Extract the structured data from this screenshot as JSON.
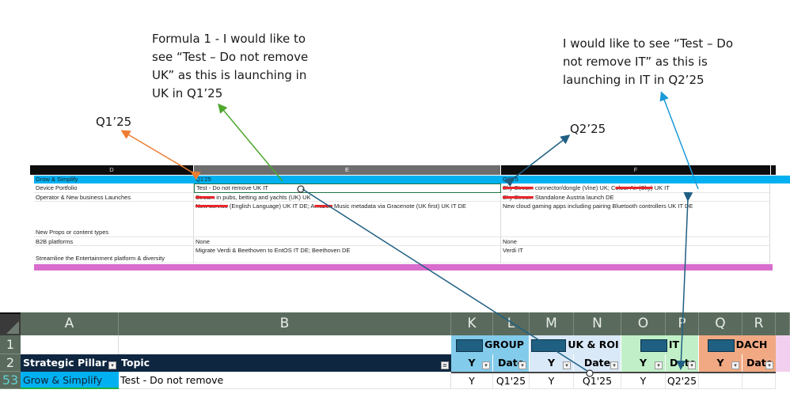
{
  "annotations": {
    "formula1": "Formula 1 - I would like to see “Test – Do not remove UK” as this is launching in UK in Q1’25",
    "formula1_lines": [
      "Formula 1 - I would like to",
      "see “Test – Do not remove",
      "UK” as this is launching in",
      "UK in Q1’25"
    ],
    "it_note_lines": [
      "I would like to see “Test – Do",
      "not remove IT” as this is",
      "launching in IT in Q2’25"
    ],
    "q1_label": "Q1’25",
    "q2_label": "Q2’25",
    "colors": {
      "orange_arrow": "#ed7d31",
      "green_arrow": "#4ea72e",
      "dark_blue_arrow": "#1f5f82",
      "light_blue_arrow": "#1a9bd7"
    }
  },
  "top_sheet": {
    "columns": [
      "D",
      "E",
      "F"
    ],
    "header_row": {
      "pillar": "Grow & Simplify",
      "e": "Q1'25",
      "f": "Q2'25"
    },
    "rows": [
      {
        "label": "Device Portfolio",
        "e": "Test - Do not remove UK IT",
        "f_redacted": "Sky Stream",
        "f": " connector/dongle (Vine) UK; C",
        "f_redacted2": "olour Air (Sky)",
        "f_tail": " UK IT"
      },
      {
        "label": "Operator & New business Launches",
        "e_redacted": "Stream",
        "e": " in pubs, betting and yachts (UK) UK",
        "f_redacted": "Sky Stream",
        "f": " Standalone Austria launch DE"
      },
      {
        "label": "New Props or content types",
        "e_redacted": "New service",
        "e": " (English Language) UK IT DE; A",
        "e_redacted2": "mazon",
        "e_tail": " Music metadata via Gracenote (UK first) UK IT DE",
        "f": "New cloud gaming apps including pairing Bluetooth controllers UK IT DE"
      },
      {
        "label": "B2B platforms",
        "e": "None",
        "f": "None"
      },
      {
        "label": "Streamline the Entertainment platform & diversity",
        "e": "Migrate Verdi & Beethoven to EntOS IT DE; Beethoven DE",
        "f": "Verdi IT"
      }
    ],
    "colors": {
      "header_fill": "#00b0f0",
      "pink_band": "#d86dcd",
      "selected_border": "#217346"
    }
  },
  "bottom_sheet": {
    "columns": [
      "A",
      "B",
      "K",
      "L",
      "M",
      "N",
      "O",
      "P",
      "Q",
      "R"
    ],
    "row_numbers": [
      "1",
      "2",
      "53"
    ],
    "groups": [
      {
        "name": "GROUP",
        "color": "#83cbeb"
      },
      {
        "name": "UK & ROI",
        "color": "#dae9f8"
      },
      {
        "name": "IT",
        "color": "#c1f0c8"
      },
      {
        "name": "DACH",
        "color": "#f1a983"
      }
    ],
    "header_row": {
      "strategic_pillar": "Strategic Pillar",
      "topic": "Topic",
      "y": "Y",
      "date": "Date"
    },
    "data_row": {
      "strategic_pillar": "Grow & Simplify",
      "topic": "Test - Do not remove",
      "group_y": "Y",
      "group_date": "Q1'25",
      "uk_y": "Y",
      "uk_date": "Q1'25",
      "it_y": "Y",
      "it_date": "Q2'25",
      "dach_y": "",
      "dach_date": ""
    },
    "colors": {
      "col_header_bg": "#5a6b5d",
      "table_header_bg": "#0f2640",
      "pillar_fill": "#00b0f0"
    }
  }
}
